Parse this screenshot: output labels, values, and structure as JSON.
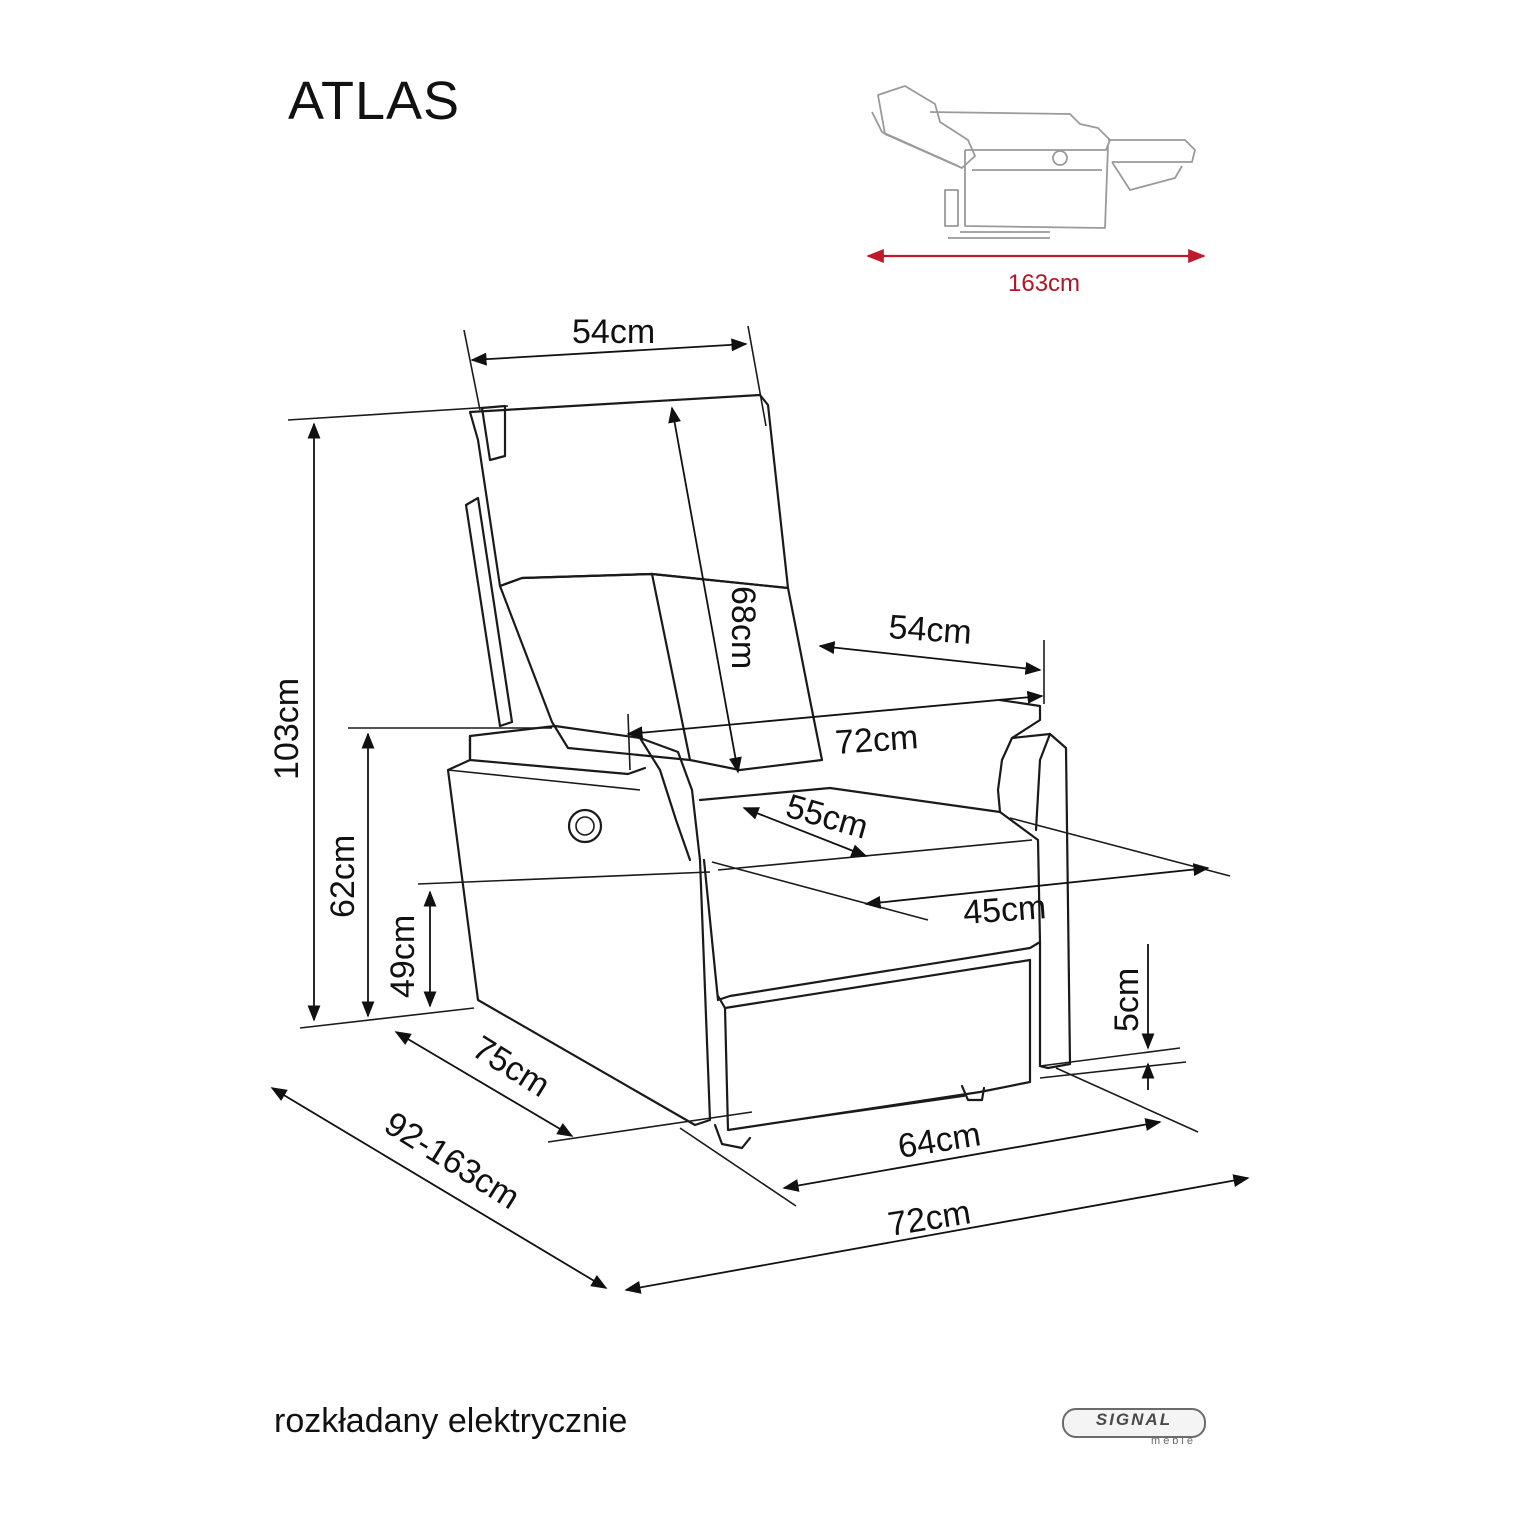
{
  "title": "ATLAS",
  "caption": "rozkładany elektrycznie",
  "logo": {
    "name": "SIGNAL",
    "sub": "meble"
  },
  "reclined_view": {
    "length_label": "163cm",
    "arrow_color": "#c0192a"
  },
  "dimensions": {
    "backrest_width": "54cm",
    "total_height": "103cm",
    "backrest_height": "68cm",
    "seat_width": "54cm",
    "inner_width": "72cm",
    "seat_depth": "55cm",
    "seat_height_total": "62cm",
    "seat_height": "49cm",
    "seat_width_front": "45cm",
    "leg_height": "5cm",
    "side_depth": "75cm",
    "base_width": "64cm",
    "total_width": "72cm",
    "total_depth": "92-163cm"
  }
}
